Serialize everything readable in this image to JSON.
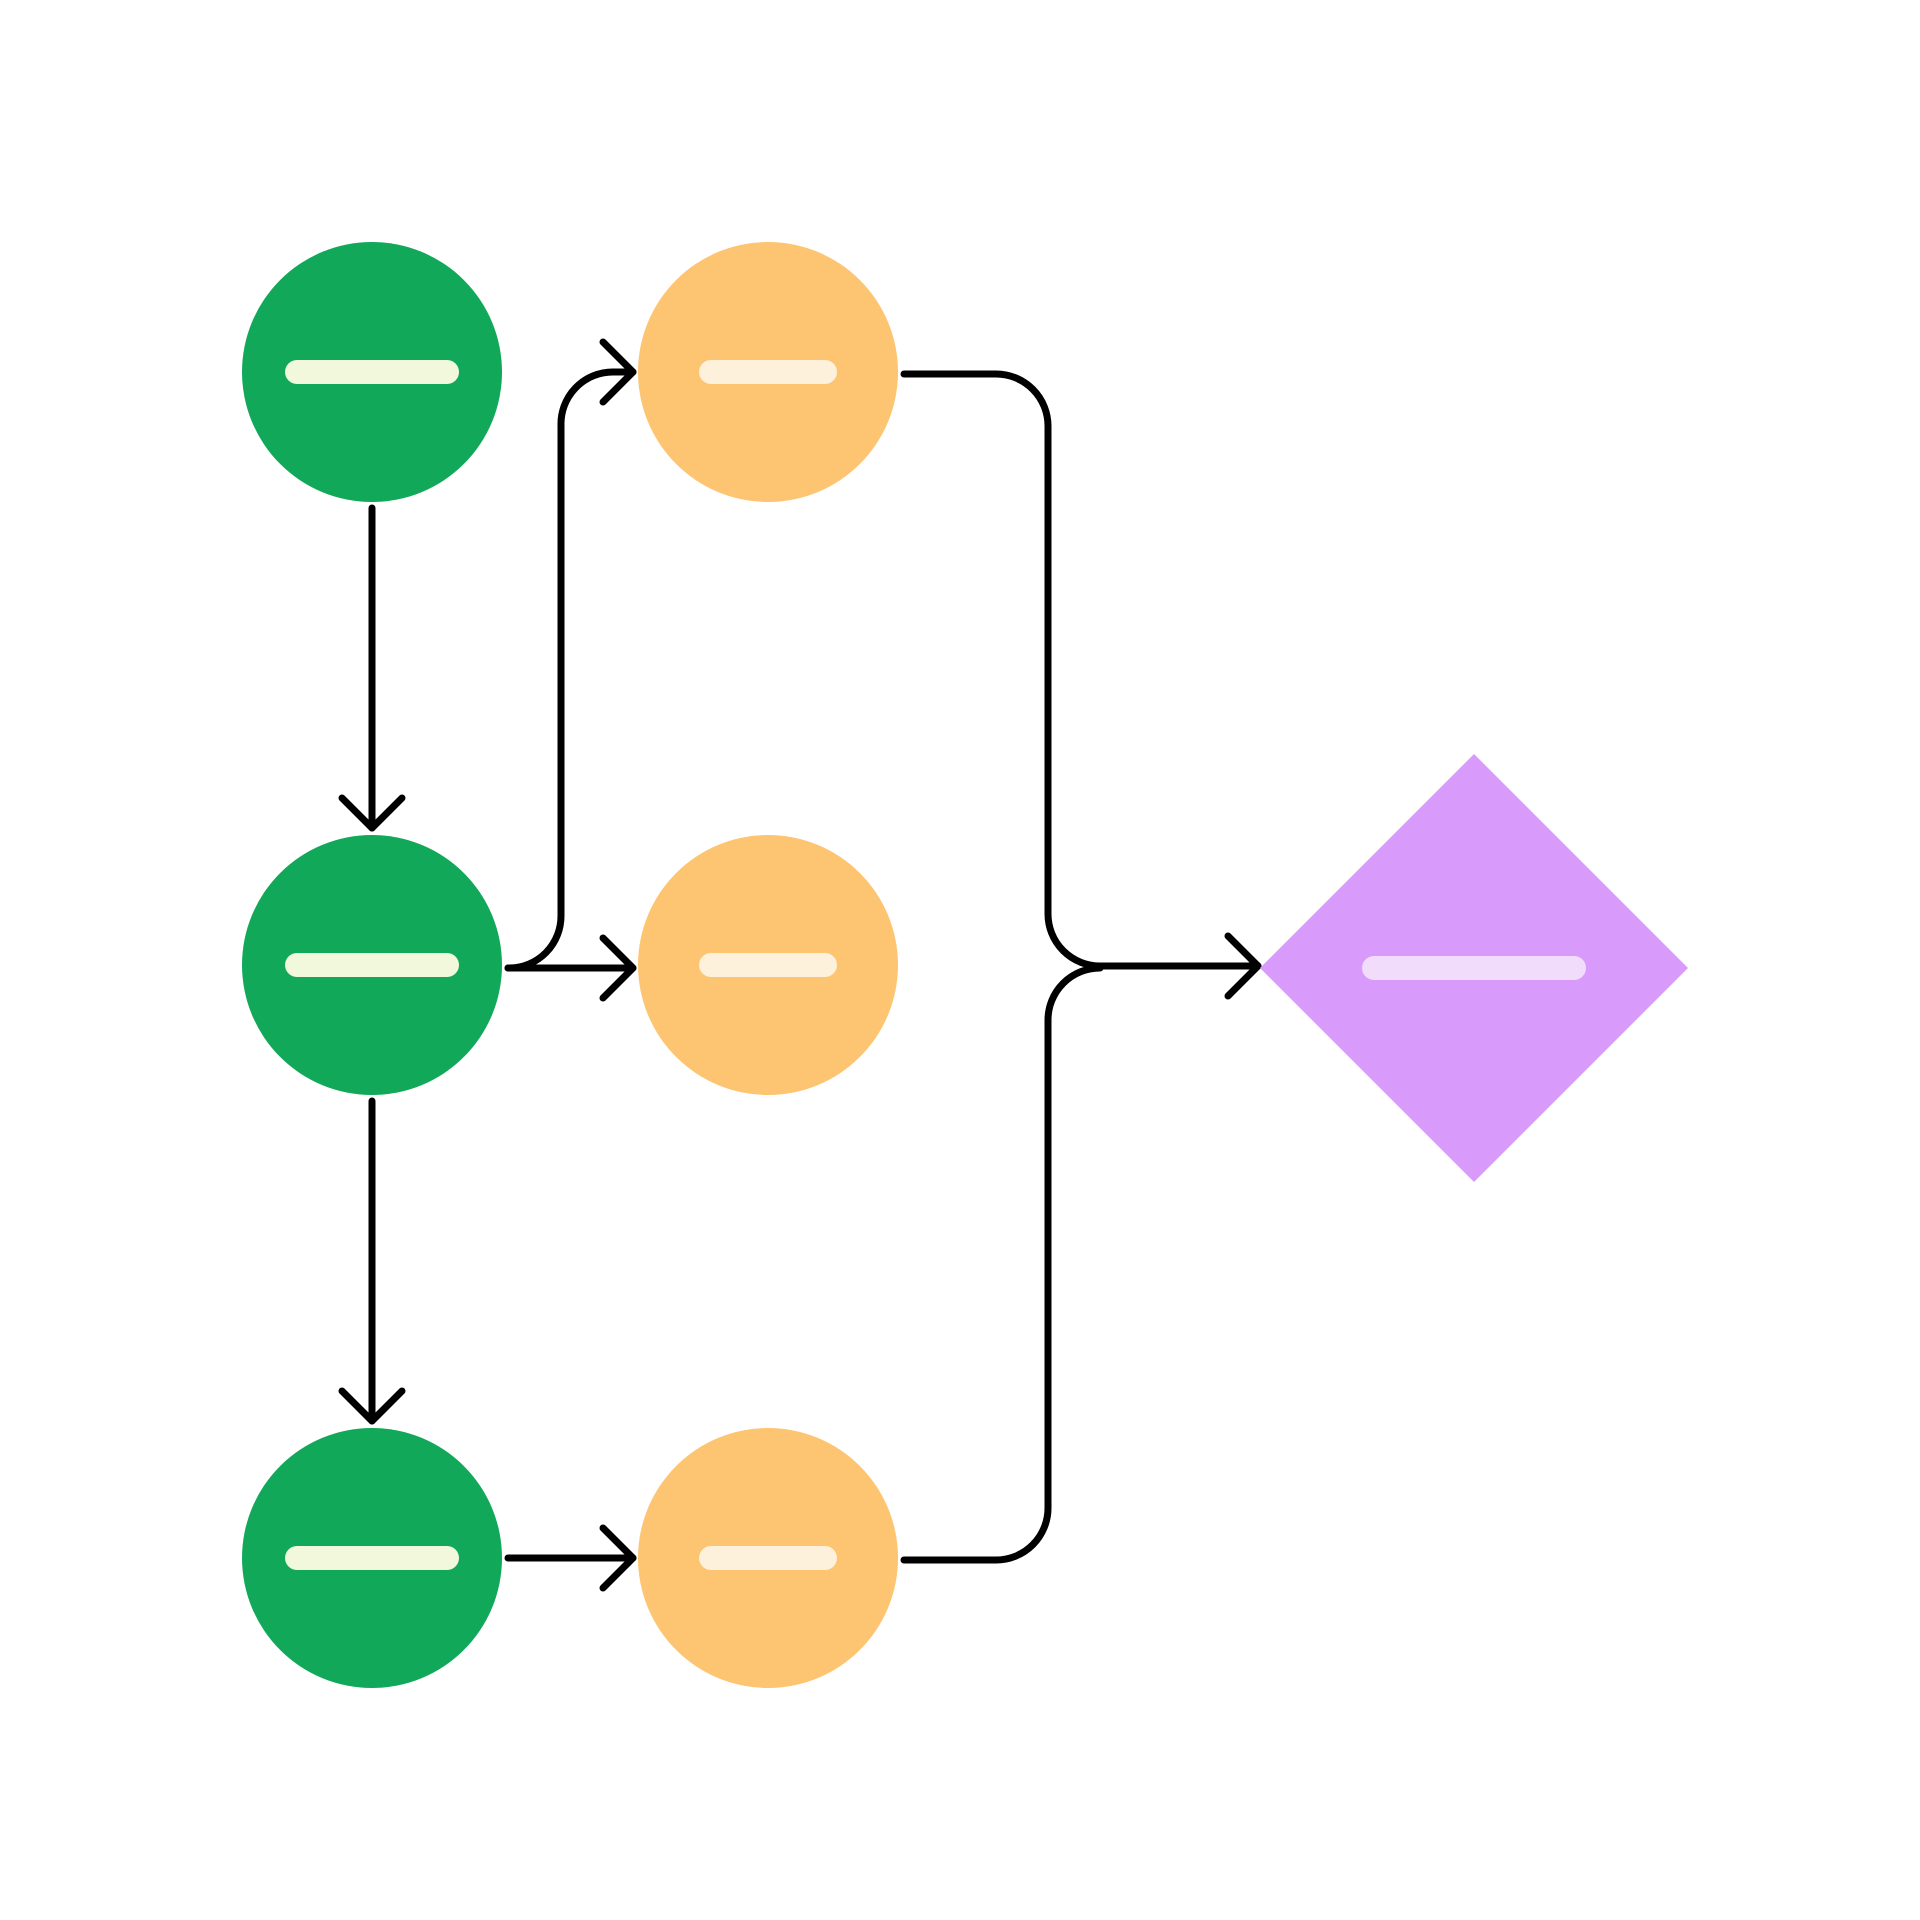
{
  "diagram": {
    "type": "flowchart",
    "colors": {
      "background": "#ffffff",
      "connector": "#000000",
      "source_node": "#12a85a",
      "source_placeholder": "#f2f8dc",
      "middle_node": "#fdc571",
      "middle_placeholder": "#fdf1dc",
      "target_node": "#d99bfb",
      "target_placeholder": "#f1dcfc"
    },
    "nodes": [
      {
        "id": "g1",
        "shape": "circle",
        "role": "source",
        "label": ""
      },
      {
        "id": "g2",
        "shape": "circle",
        "role": "source",
        "label": ""
      },
      {
        "id": "g3",
        "shape": "circle",
        "role": "source",
        "label": ""
      },
      {
        "id": "o1",
        "shape": "circle",
        "role": "middle",
        "label": ""
      },
      {
        "id": "o2",
        "shape": "circle",
        "role": "middle",
        "label": ""
      },
      {
        "id": "o3",
        "shape": "circle",
        "role": "middle",
        "label": ""
      },
      {
        "id": "p1",
        "shape": "diamond",
        "role": "target",
        "label": ""
      }
    ],
    "edges": [
      {
        "from": "g1",
        "to": "g2",
        "arrow": true
      },
      {
        "from": "g2",
        "to": "g3",
        "arrow": true
      },
      {
        "from": "g2",
        "to": "o1",
        "arrow": true
      },
      {
        "from": "g2",
        "to": "o2",
        "arrow": true
      },
      {
        "from": "g3",
        "to": "o3",
        "arrow": true
      },
      {
        "from": "o1",
        "to": "p1",
        "arrow": true
      },
      {
        "from": "o3",
        "to": "p1",
        "arrow": false
      }
    ]
  }
}
